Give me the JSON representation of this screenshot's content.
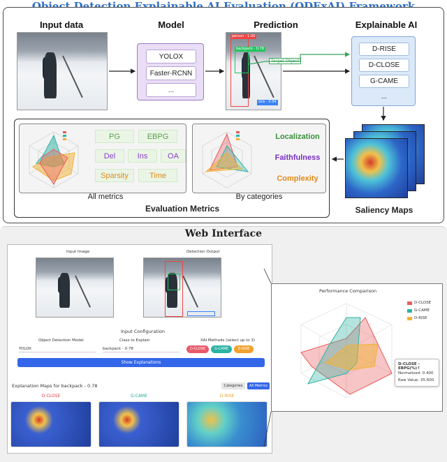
{
  "title": "Object Detection Explainable AI Evaluation (ODExAI) Framework",
  "pipeline": {
    "input_head": "Input data",
    "model_head": "Model",
    "prediction_head": "Prediction",
    "xai_head": "Explainable AI",
    "models": [
      "YOLOX",
      "Faster-RCNN",
      "..."
    ],
    "xai_methods": [
      "D-RISE",
      "D-CLOSE",
      "G-CAME",
      "..."
    ],
    "target_label": "Target Object",
    "det_tags": [
      "person - 1.00",
      "backpack - 0.78",
      "skis - 0.94"
    ],
    "colors": {
      "model_fill": "#e9def5",
      "xai_fill": "#dce9f8",
      "arrow": "#222222",
      "target_arrow": "#3aa55c"
    }
  },
  "evaluation": {
    "metrics": [
      {
        "label": "PG",
        "color": "#5a9e4b"
      },
      {
        "label": "EBPG",
        "color": "#5a9e4b"
      },
      {
        "label": "Del",
        "color": "#8b3fc8"
      },
      {
        "label": "Ins",
        "color": "#8b3fc8"
      },
      {
        "label": "OA",
        "color": "#8b3fc8"
      },
      {
        "label": "Sparsity",
        "color": "#e08a1a"
      },
      {
        "label": "Time",
        "color": "#e08a1a"
      }
    ],
    "categories": [
      {
        "label": "Localization",
        "color": "#3c8f3c"
      },
      {
        "label": "Faithfulness",
        "color": "#7a2fc0"
      },
      {
        "label": "Complexity",
        "color": "#e08a1a"
      }
    ],
    "caption_all": "All metrics",
    "caption_cat": "By categories",
    "box_title": "Evaluation Metrics",
    "saliency_title": "Saliency Maps"
  },
  "web": {
    "title": "Web Interface",
    "input_image_label": "Input Image",
    "detection_output_label": "Detection Output",
    "input_config_label": "Input Configuration",
    "model_field_label": "Object Detection Model",
    "class_field_label": "Class to Explain",
    "xai_field_label": "XAI Methods (select up to 3)",
    "model_value": "YOLOX",
    "class_value": "backpack - 0.78",
    "method_pills": [
      {
        "label": "D-CLOSE",
        "color": "#e85a6a"
      },
      {
        "label": "G-CAME",
        "color": "#2bb3a3"
      },
      {
        "label": "D-RISE",
        "color": "#f2a12b"
      }
    ],
    "show_button": "Show Explanations",
    "maps_title": "Explanation Maps for backpack - 0.78",
    "tab_categories": "Categories",
    "tab_all": "All Metrics",
    "map_labels": [
      {
        "label": "D-CLOSE",
        "color": "#e0404b"
      },
      {
        "label": "G-CAME",
        "color": "#1ea896"
      },
      {
        "label": "D-RISE",
        "color": "#e8a020"
      }
    ],
    "perf_title": "Performance Comparison",
    "legend": [
      {
        "label": "D-CLOSE",
        "color": "#e85a5a"
      },
      {
        "label": "G-CAME",
        "color": "#2bb3a3"
      },
      {
        "label": "D-RISE",
        "color": "#f2b233"
      }
    ],
    "tooltip_title": "D-CLOSE - EBPG(%)↑",
    "tooltip_normalized": "Normalized: 0.400",
    "tooltip_raw": "Raw Value: 35.600"
  }
}
